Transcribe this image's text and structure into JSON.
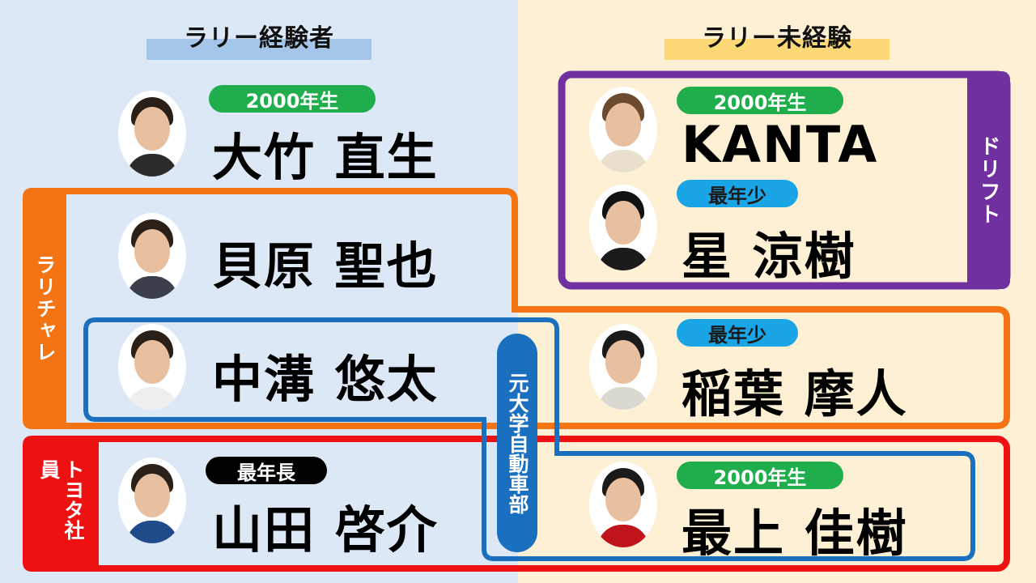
{
  "headers": {
    "experienced": "ラリー経験者",
    "inexperienced": "ラリー未経験"
  },
  "groups": {
    "drift": "ドリフト",
    "rally_challenge": "ラリチャレ",
    "university_club": "元大学自動車部",
    "toyota_employee": "トヨタ社員"
  },
  "badges": {
    "born_2000": "2000年生",
    "youngest": "最年少",
    "oldest": "最年長"
  },
  "people": [
    {
      "name": "大竹 直生",
      "badge": "2000年生"
    },
    {
      "name": "貝原 聖也",
      "badge": ""
    },
    {
      "name": "中溝 悠太",
      "badge": ""
    },
    {
      "name": "山田 啓介",
      "badge": "最年長"
    },
    {
      "name": "KANTA",
      "badge": "2000年生"
    },
    {
      "name": "星 涼樹",
      "badge": "最年少"
    },
    {
      "name": "稲葉 摩人",
      "badge": "最年少"
    },
    {
      "name": "最上 佳樹",
      "badge": "2000年生"
    }
  ],
  "colors": {
    "left_bg": "#dce8f5",
    "right_bg": "#fdf0d5",
    "header_left_bar": "#a4c6e8",
    "header_right_bar": "#fcd877",
    "drift": "#7030a0",
    "rally_challenge": "#f47414",
    "university_club": "#1a6fbf",
    "toyota": "#ee1111",
    "badge_green": "#1fae4b",
    "badge_blue": "#1aa6e6",
    "badge_black": "#000000"
  }
}
